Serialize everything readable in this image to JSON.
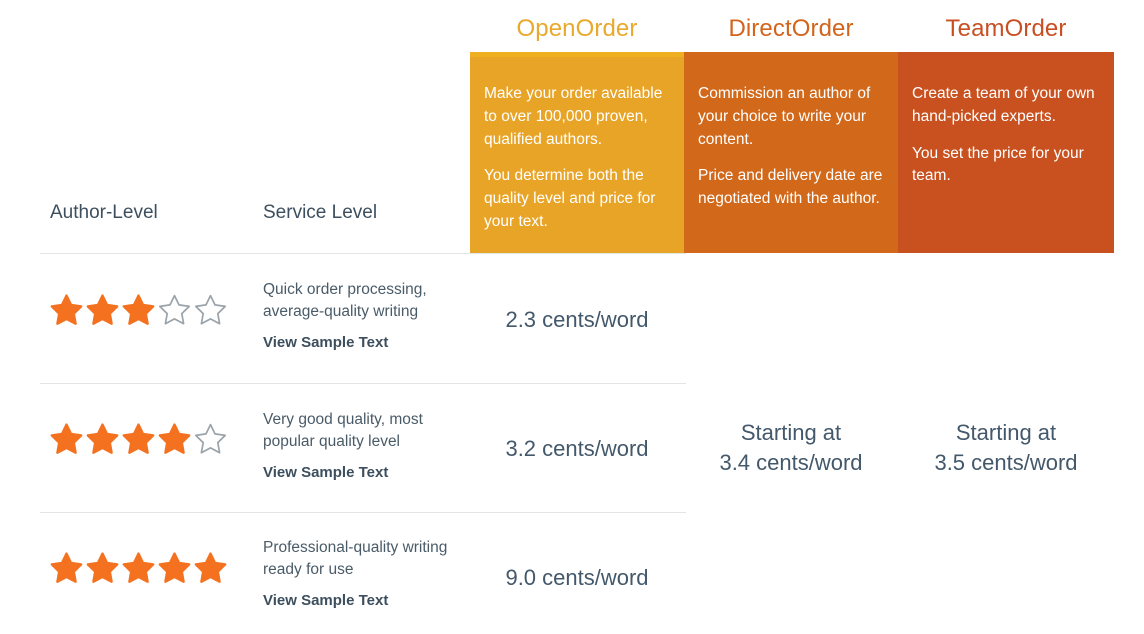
{
  "plans": [
    {
      "name": "OpenOrder",
      "title_color": "#e8a92c",
      "panel_color": "#e8a427",
      "accent_color": "#eeb020",
      "paragraphs": [
        "Make your order available to over 100,000 proven, qualified authors.",
        "You determine both the quality level and price for your text."
      ]
    },
    {
      "name": "DirectOrder",
      "title_color": "#d2641b",
      "panel_color": "#d2681a",
      "accent_color": "#d2681a",
      "paragraphs": [
        "Commission an author of your choice to write your content.",
        "Price and delivery date are negotiated with the author."
      ]
    },
    {
      "name": "TeamOrder",
      "title_color": "#c94f23",
      "panel_color": "#c9511f",
      "accent_color": "#c9511f",
      "paragraphs": [
        "Create a team of your own hand-picked experts.",
        "You set the price for your team."
      ]
    }
  ],
  "columns": {
    "author_level": "Author-Level",
    "service_level": "Service Level"
  },
  "star_colors": {
    "filled": "#f4711f",
    "empty_stroke": "#9aa3aa"
  },
  "rows": [
    {
      "stars_filled": 3,
      "stars_total": 5,
      "description": "Quick order processing, average-quality writing",
      "sample_link": "View Sample Text",
      "open_price": "2.3 cents/word",
      "direct_price": "",
      "team_price": ""
    },
    {
      "stars_filled": 4,
      "stars_total": 5,
      "description": "Very good quality, most popular quality level",
      "sample_link": "View Sample Text",
      "open_price": "3.2 cents/word",
      "direct_price": "Starting at\n3.4 cents/word",
      "team_price": "Starting at\n3.5 cents/word"
    },
    {
      "stars_filled": 5,
      "stars_total": 5,
      "description": "Professional-quality writing ready for use",
      "sample_link": "View Sample Text",
      "open_price": "9.0 cents/word",
      "direct_price": "",
      "team_price": ""
    }
  ]
}
